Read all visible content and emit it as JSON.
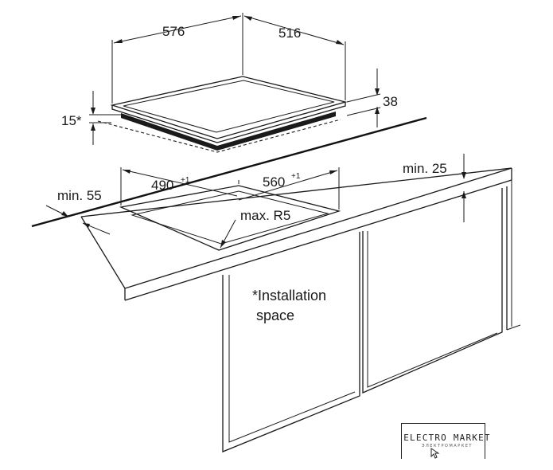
{
  "labels": {
    "hob_width": "576",
    "hob_depth": "516",
    "hob_height": "38",
    "hob_offset": "15*",
    "cutout_width": "560",
    "cutout_width_tol": "+1",
    "cutout_depth": "490",
    "cutout_depth_tol": "+1",
    "front_clearance": "min. 55",
    "wall_clearance": "min. 25",
    "corner_radius": "max. R5",
    "install_note_line1": "*Installation",
    "install_note_line2": "space"
  },
  "logo": {
    "name": "ELECTRO MARKET",
    "subtitle": "ЭЛЕКТРОМАРКЕТ"
  }
}
